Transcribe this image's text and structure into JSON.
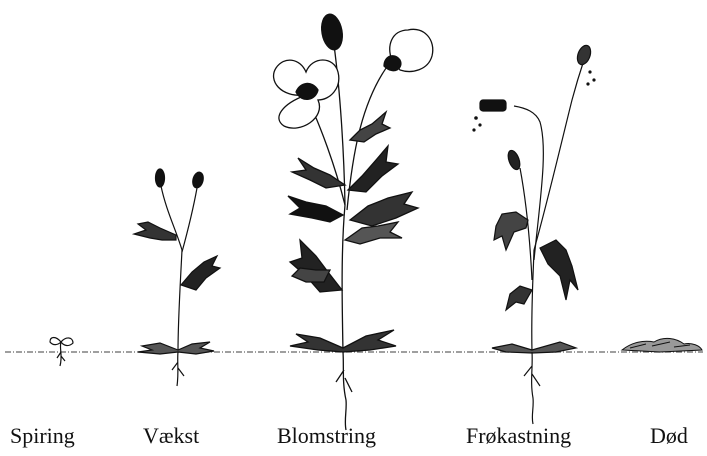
{
  "diagram": {
    "stages": [
      {
        "label": "Spiring"
      },
      {
        "label": "Vækst"
      },
      {
        "label": "Blomstring"
      },
      {
        "label": "Frøkastning"
      },
      {
        "label": "Død"
      }
    ],
    "colors": {
      "ink": "#111111",
      "ground": "#666666",
      "petal": "#ffffff"
    }
  }
}
